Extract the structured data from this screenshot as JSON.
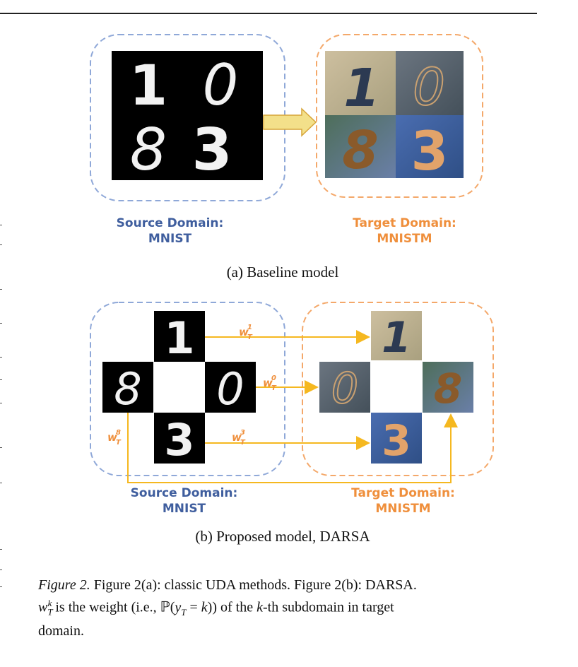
{
  "panel_a": {
    "source_label": [
      "Source Domain:",
      "MNIST"
    ],
    "target_label": [
      "Target Domain:",
      "MNISTM"
    ],
    "caption": "(a) Baseline model",
    "source_digits": [
      "1",
      "0",
      "8",
      "3"
    ],
    "target_digits": [
      "1",
      "0",
      "8",
      "3"
    ]
  },
  "panel_b": {
    "source_label": [
      "Source Domain:",
      "MNIST"
    ],
    "target_label": [
      "Target Domain:",
      "MNISTM"
    ],
    "caption": "(b) Proposed model, DARSA",
    "weights": {
      "w1": "1",
      "w0": "0",
      "w3": "3",
      "w8": "8"
    }
  },
  "figure_caption": {
    "prefix": "Figure 2.",
    "text": "Figure 2(a): classic UDA methods. Figure 2(b): DARSA.",
    "line2_a": "is the weight (i.e.,",
    "line2_b": ") of the",
    "line2_c": "-th subdomain in target",
    "line3": "domain."
  },
  "colors": {
    "blue": "#3f5e9e",
    "orange": "#ef8f3c",
    "arrow": "#f5b820",
    "dash_blue": "#8fa8d8",
    "dash_orange": "#f4a86a"
  }
}
